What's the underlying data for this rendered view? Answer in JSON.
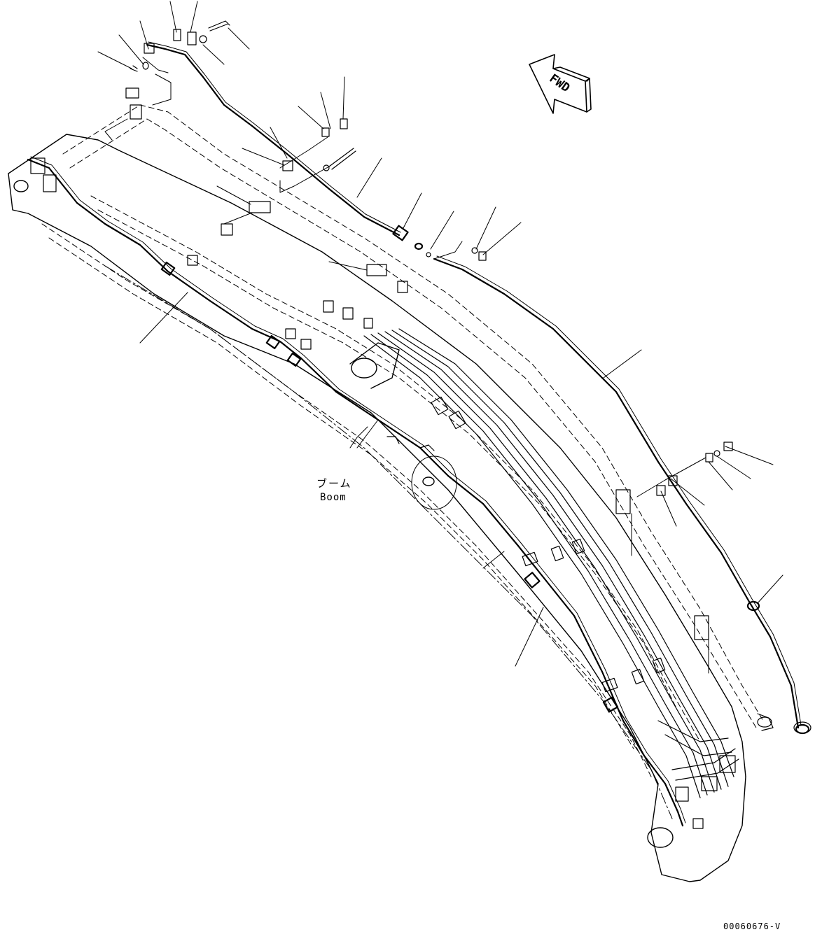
{
  "boom_label": {
    "japanese": "ブーム",
    "english": "Boom"
  },
  "direction_arrow": {
    "text": "FWD",
    "icon": "forward-arrow-icon"
  },
  "figure_code": "00060676-V",
  "colors": {
    "line": "#000000",
    "background": "#ffffff"
  }
}
